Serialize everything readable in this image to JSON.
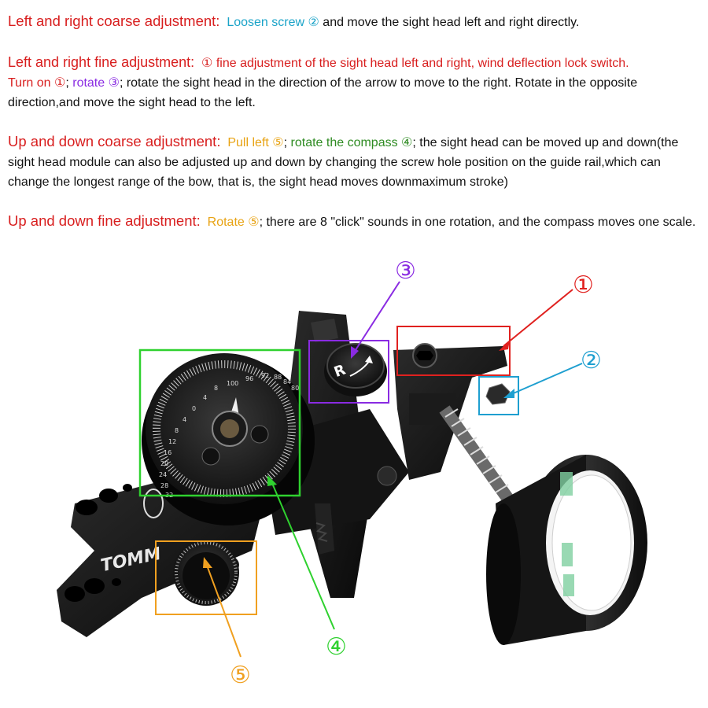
{
  "paragraphs": [
    {
      "heading": "Left and right coarse adjustment:",
      "parts": [
        {
          "text": "Loosen screw ②",
          "color": "#1aa3c8"
        },
        {
          "text": " and move the sight head left and right directly.",
          "color": "#111111"
        }
      ]
    },
    {
      "heading": "Left and right fine adjustment:",
      "parts": [
        {
          "text": "① fine adjustment of the sight head left and right, wind deflection lock switch.",
          "color": "#d81e1e"
        },
        {
          "text": " Turn on ①",
          "color": "#d81e1e"
        },
        {
          "text": "; ",
          "color": "#111111"
        },
        {
          "text": "rotate ③",
          "color": "#8a2be2"
        },
        {
          "text": "; rotate the sight head in the direction of the arrow to move to the right. Rotate in the opposite direction,and move the sight head to the left.",
          "color": "#111111"
        }
      ]
    },
    {
      "heading": "Up and down coarse adjustment:",
      "parts": [
        {
          "text": "Pull left ⑤",
          "color": "#e8a313"
        },
        {
          "text": "; ",
          "color": "#111111"
        },
        {
          "text": "rotate the compass ④",
          "color": "#2e8b22"
        },
        {
          "text": "; the sight head can be moved up and down(the sight head module can also be adjusted up and down by changing the screw hole position on the guide rail,which can change the longest range of the bow, that is, the sight head moves downmaximum stroke)",
          "color": "#111111"
        }
      ]
    },
    {
      "heading": "Up and down fine adjustment:",
      "parts": [
        {
          "text": "Rotate ⑤",
          "color": "#e8a313"
        },
        {
          "text": "; there are 8 \"click\" sounds in one rotation, and the compass moves one scale.",
          "color": "#111111"
        }
      ]
    }
  ],
  "callouts": {
    "c1": {
      "label": "①",
      "color": "#e0211f"
    },
    "c2": {
      "label": "②",
      "color": "#1e9fd0"
    },
    "c3": {
      "label": "③",
      "color": "#8a2be2"
    },
    "c4": {
      "label": "④",
      "color": "#2fd12f"
    },
    "c5": {
      "label": "⑤",
      "color": "#f0a020"
    }
  },
  "product": {
    "brand_text": "TOMM",
    "dial_numbers": [
      "100",
      "96",
      "92",
      "88",
      "84",
      "80",
      "8",
      "4",
      "0",
      "4",
      "8",
      "12",
      "16",
      "20",
      "24",
      "28",
      "32"
    ]
  }
}
